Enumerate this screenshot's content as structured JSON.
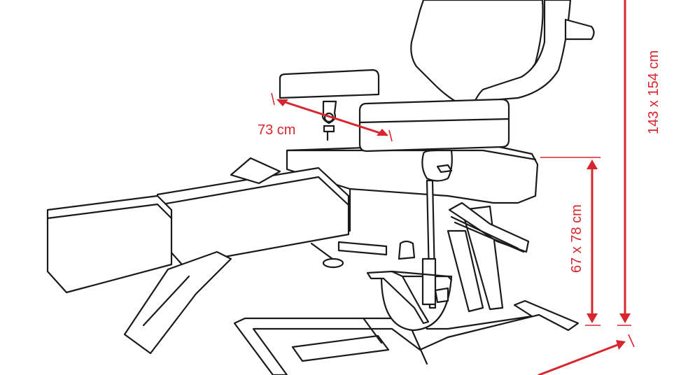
{
  "dimensions": {
    "armrest_width": "73 cm",
    "seat_height": "67 x 78 cm",
    "total_height": "143 x 154 cm"
  },
  "colors": {
    "dimension": "#d7262e",
    "outline": "#1a1a1a",
    "background": "#ffffff"
  }
}
